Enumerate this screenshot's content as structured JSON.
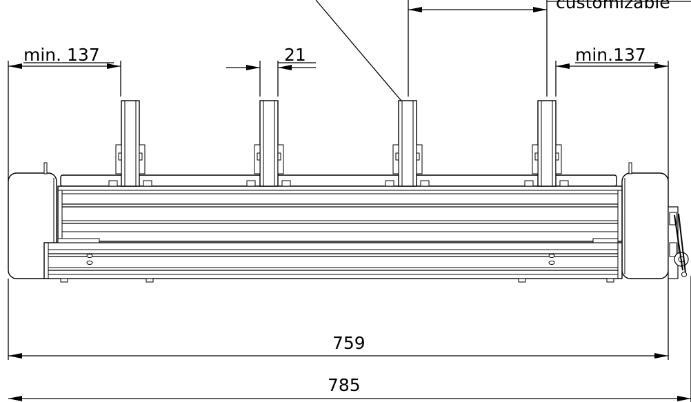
{
  "drawing": {
    "labels": {
      "customizable": "customizable",
      "min_left": "min. 137",
      "spacing": "21",
      "min_right": "min.137",
      "inner_width": "759",
      "outer_width": "785"
    }
  }
}
